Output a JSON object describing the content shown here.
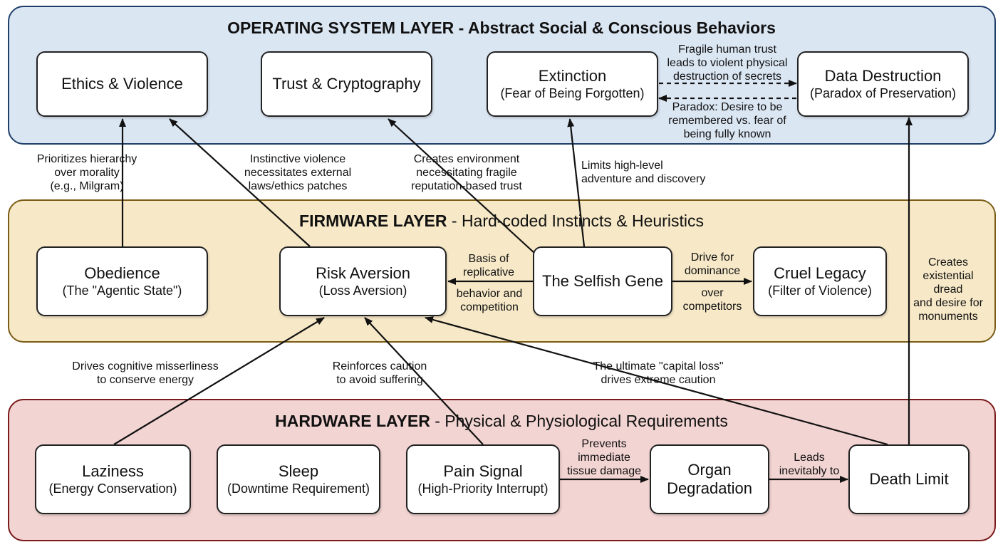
{
  "layers": {
    "os": {
      "title_bold": "OPERATING SYSTEM LAYER",
      "title_rest": " - Abstract Social & Conscious Behaviors"
    },
    "fw": {
      "title_bold": "FIRMWARE LAYER",
      "title_rest": " - Hard-coded Instincts & Heuristics"
    },
    "hw": {
      "title_bold": "HARDWARE LAYER",
      "title_rest": " - Physical & Physiological Requirements"
    }
  },
  "nodes": {
    "ethics": {
      "title": "Ethics & Violence",
      "sub": ""
    },
    "trust": {
      "title": "Trust & Cryptography",
      "sub": ""
    },
    "extinction": {
      "title": "Extinction",
      "sub": "(Fear of Being Forgotten)"
    },
    "data_destruction": {
      "title": "Data Destruction",
      "sub": "(Paradox of Preservation)"
    },
    "obedience": {
      "title": "Obedience",
      "sub": "(The \"Agentic State\")"
    },
    "risk_aversion": {
      "title": "Risk Aversion",
      "sub": "(Loss Aversion)"
    },
    "selfish_gene": {
      "title": "The Selfish Gene",
      "sub": ""
    },
    "cruel_legacy": {
      "title": "Cruel Legacy",
      "sub": "(Filter of Violence)"
    },
    "laziness": {
      "title": "Laziness",
      "sub": "(Energy Conservation)"
    },
    "sleep": {
      "title": "Sleep",
      "sub": "(Downtime Requirement)"
    },
    "pain": {
      "title": "Pain Signal",
      "sub": "(High-Priority Interrupt)"
    },
    "organ": {
      "title": "Organ",
      "sub": "Degradation"
    },
    "death": {
      "title": "Death Limit",
      "sub": ""
    }
  },
  "edges": {
    "extinction_to_data": "Fragile human trust\nleads to violent physical\ndestruction of secrets",
    "data_to_extinction": "Paradox: Desire to be\nremembered vs. fear of\nbeing fully known",
    "obedience_to_ethics": "Prioritizes hierarchy\nover morality\n(e.g., Milgram)",
    "risk_to_ethics": "Instinctive violence\nnecessitates external\nlaws/ethics patches",
    "gene_to_trust": "Creates environment\nnecessitating fragile\nreputation-based trust",
    "gene_to_extinction": "Limits high-level\nadventure and discovery",
    "gene_to_risk_top": "Basis of\nreplicative",
    "gene_to_risk_bottom": "behavior and\ncompetition",
    "gene_to_legacy_top": "Drive for\ndominance",
    "gene_to_legacy_bottom": "over\ncompetitors",
    "death_to_data": "Creates\nexistential dread\nand desire for\nmonuments",
    "laziness_to_risk": "Drives cognitive misserliness\nto conserve energy",
    "pain_to_risk": "Reinforces caution\nto avoid suffering",
    "death_to_risk": "The ultimate \"capital loss\"\ndrives extreme caution",
    "pain_to_organ": "Prevents\nimmediate\ntissue damage",
    "organ_to_death": "Leads\ninevitably to"
  }
}
